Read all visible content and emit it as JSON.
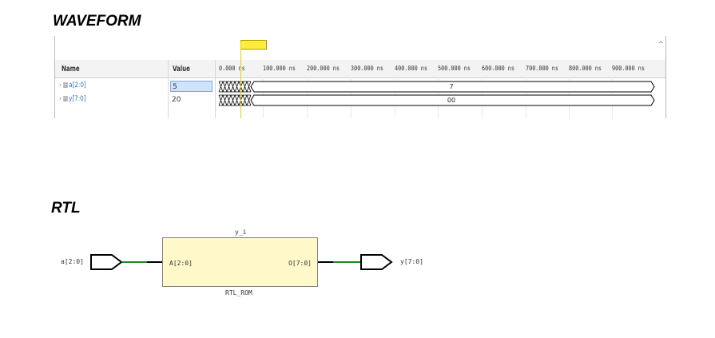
{
  "waveform_heading": "WAVEFORM",
  "rtl_heading": "RTL",
  "waveform": {
    "columns": {
      "name": "Name",
      "value": "Value"
    },
    "time_ticks": [
      "0.000 ns",
      "100.000 ns",
      "200.000 ns",
      "300.000 ns",
      "400.000 ns",
      "500.000 ns",
      "600.000 ns",
      "700.000 ns",
      "800.000 ns",
      "900.000 ns"
    ],
    "signals": [
      {
        "name": "a[2:0]",
        "value": "5",
        "bus_value": "7",
        "selected": true
      },
      {
        "name": "y[7:0]",
        "value": "20",
        "bus_value": "00",
        "selected": false
      }
    ],
    "colors": {
      "wave": "#000000",
      "cursor": "#e5d000",
      "marker": "#ffec3d",
      "selection": "#cfe3ff"
    }
  },
  "rtl": {
    "input_port": "a[2:0]",
    "output_port": "y[7:0]",
    "instance_name": "y_i",
    "cell_type": "RTL_ROM",
    "pin_in": "A[2:0]",
    "pin_out": "O[7:0]",
    "colors": {
      "block_fill": "#fff8c8",
      "net": "#1b8a1b"
    }
  }
}
